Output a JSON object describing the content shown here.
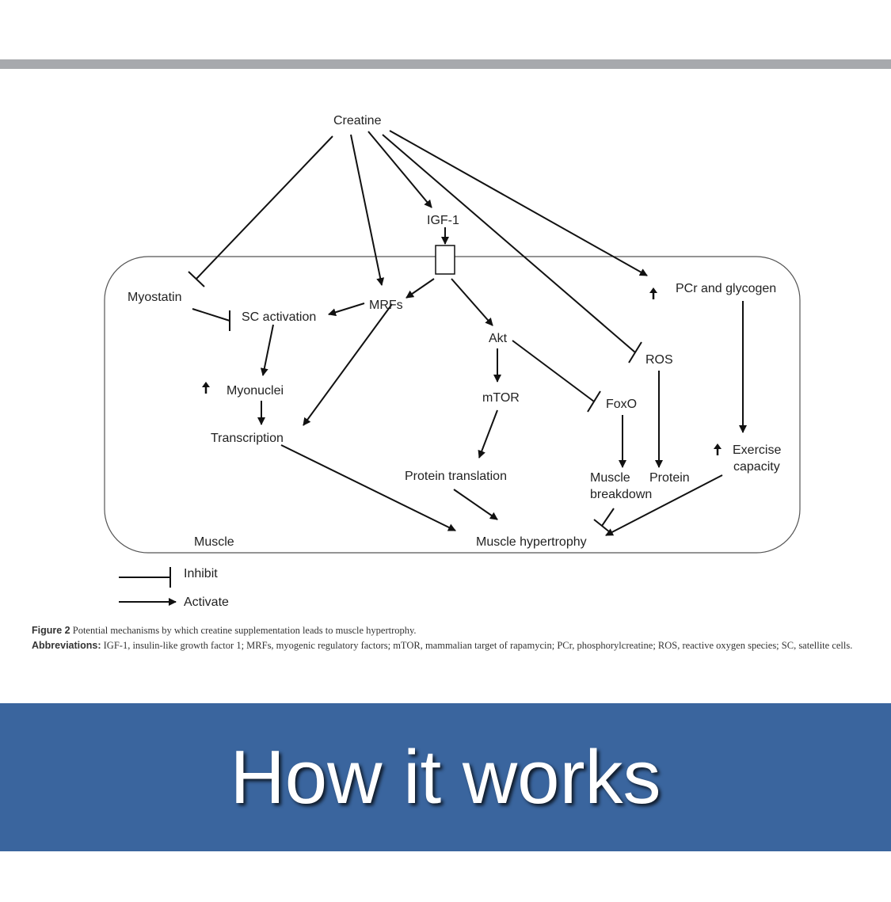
{
  "diagram": {
    "nodes": {
      "creatine": "Creatine",
      "igf1": "IGF-1",
      "myostatin": "Myostatin",
      "sc_activation": "SC activation",
      "mrfs": "MRFs",
      "akt": "Akt",
      "mtor": "mTOR",
      "pcr_glycogen": "PCr and glycogen",
      "ros": "ROS",
      "myonuclei": "Myonuclei",
      "foxo": "FoxO",
      "transcription": "Transcription",
      "exercise_capacity_1": "Exercise",
      "exercise_capacity_2": "capacity",
      "protein_translation": "Protein translation",
      "muscle_breakdown_1": "Muscle",
      "muscle_breakdown_2": "breakdown",
      "protein": "Protein",
      "muscle": "Muscle",
      "muscle_hypertrophy": "Muscle hypertrophy"
    },
    "legend": {
      "inhibit": "Inhibit",
      "activate": "Activate"
    }
  },
  "caption": {
    "figure_label": "Figure 2",
    "figure_text": "Potential mechanisms by which creatine supplementation leads to muscle hypertrophy.",
    "abbrev_label": "Abbreviations:",
    "abbrev_text": "IGF-1, insulin-like growth factor 1; MRFs, myogenic regulatory factors; mTOR, mammalian target of rapamycin; PCr, phosphorylcreatine; ROS, reactive oxygen species; SC, satellite cells."
  },
  "banner": {
    "title": "How it works"
  },
  "colors": {
    "banner": "#3a659e",
    "rule": "#a7a9ad"
  }
}
